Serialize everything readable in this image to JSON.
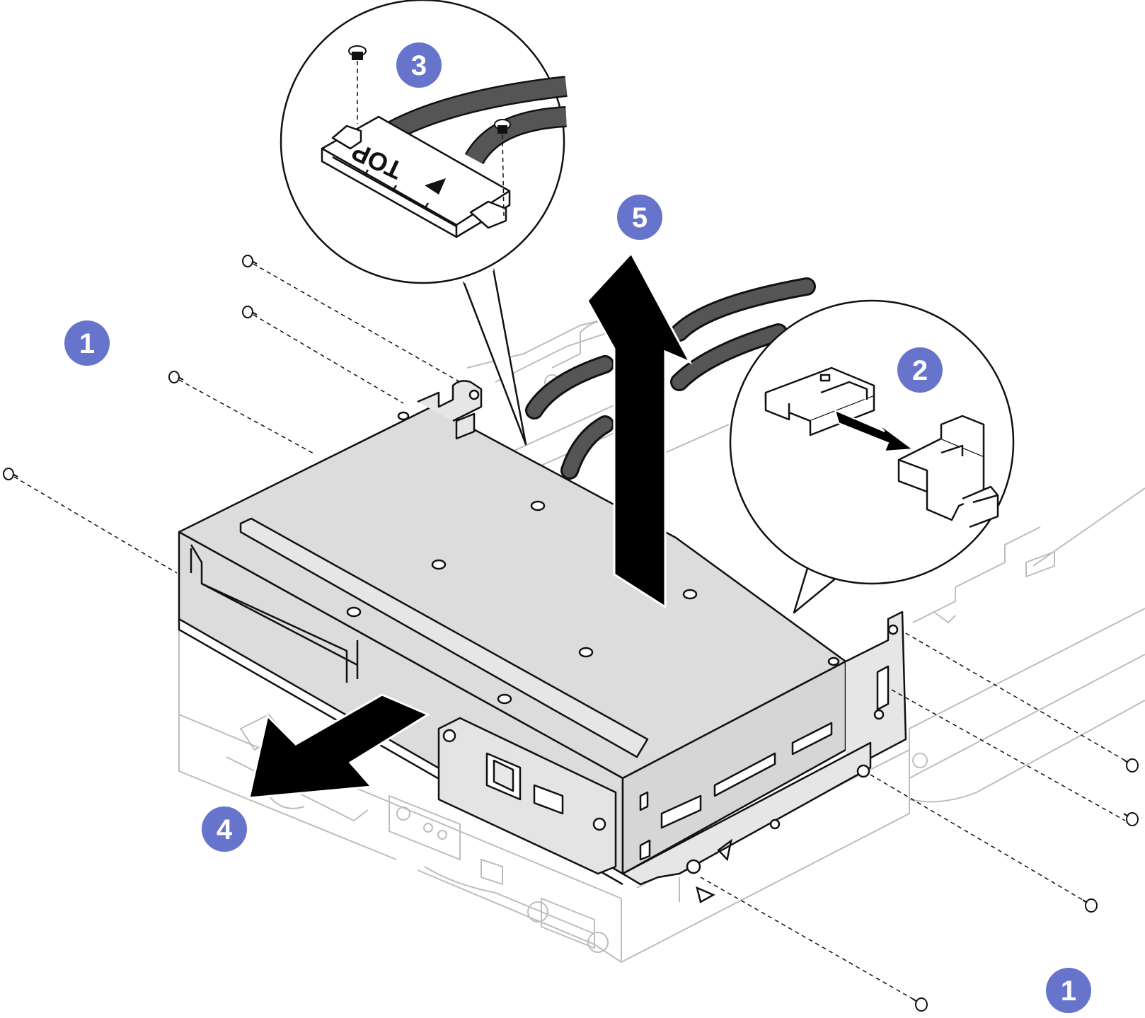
{
  "colors": {
    "callout": "#6674cc",
    "line": "#111111",
    "chassis": "#dcdcdc",
    "faint": "#bdbdbd",
    "cable": "#555555",
    "arrow": "#000000"
  },
  "steps": [
    {
      "id": "1a",
      "number": "1"
    },
    {
      "id": "1b",
      "number": "1"
    },
    {
      "id": "2",
      "number": "2"
    },
    {
      "id": "3",
      "number": "3"
    },
    {
      "id": "4",
      "number": "4"
    },
    {
      "id": "5",
      "number": "5"
    }
  ],
  "detail_3": {
    "connector_text": "TOP"
  },
  "icons": {
    "screw": "screw-icon",
    "arrow_lift": "arrow-up-icon",
    "arrow_slide": "arrow-left-icon",
    "arrow_unplug": "arrow-right-icon",
    "alignment": "triangle-marker-icon"
  }
}
